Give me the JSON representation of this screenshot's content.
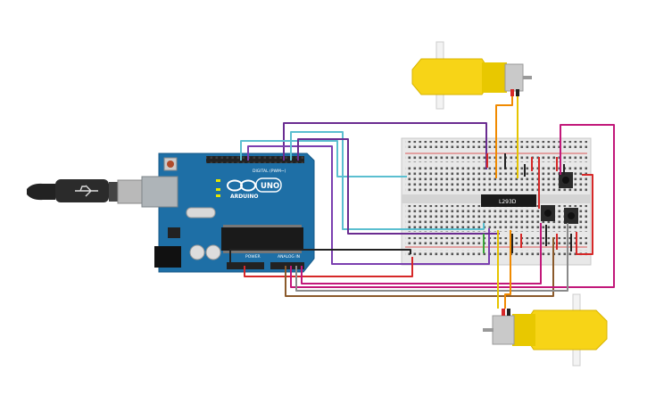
{
  "board": {
    "logo_text": "ARDUINO",
    "model_text": "UNO",
    "digital_label": "DIGITAL (PWM~)",
    "analog_label": "ANALOG IN",
    "power_label": "POWER",
    "pcb_color": "#1e6fa6"
  },
  "ic": {
    "label": "L293D"
  },
  "colors": {
    "wire_red": "#d62828",
    "wire_black": "#222222",
    "wire_purple": "#6a2c91",
    "wire_violet": "#7b3fb0",
    "wire_magenta": "#c2187a",
    "wire_cyan": "#5bbfd0",
    "wire_orange": "#f08a00",
    "wire_yellow": "#e6c400",
    "wire_green": "#3ba53b",
    "wire_brown": "#8b5a2b",
    "wire_gray": "#8a8a8a",
    "motor_yellow": "#f7d417"
  }
}
